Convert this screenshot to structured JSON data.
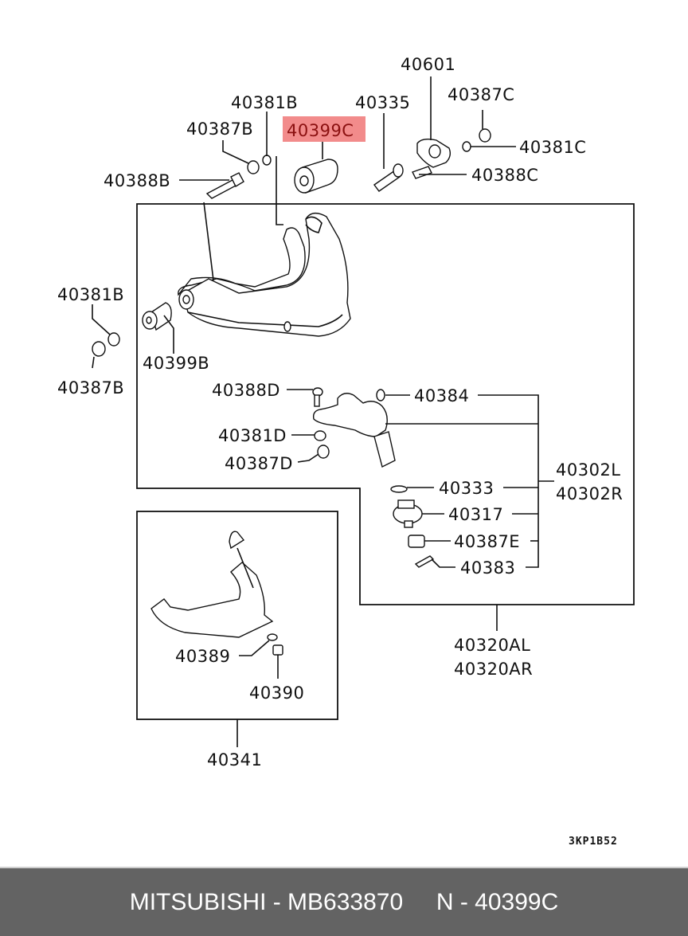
{
  "diagram": {
    "highlight_color": "#f28b8b",
    "highlighted_part": "40399C",
    "labels": {
      "p40601": "40601",
      "p40381B_top": "40381B",
      "p40335": "40335",
      "p40387C": "40387C",
      "p40387B_top": "40387B",
      "p40399C": "40399C",
      "p40381C": "40381C",
      "p40388B": "40388B",
      "p40388C": "40388C",
      "p40381B_left": "40381B",
      "p40399B": "40399B",
      "p40387B_left": "40387B",
      "p40388D": "40388D",
      "p40384": "40384",
      "p40381D": "40381D",
      "p40387D": "40387D",
      "p40302L": "40302L",
      "p40302R": "40302R",
      "p40333": "40333",
      "p40317": "40317",
      "p40387E": "40387E",
      "p40383": "40383",
      "p40320AL": "40320AL",
      "p40320AR": "40320AR",
      "p40389": "40389",
      "p40390": "40390",
      "p40341": "40341"
    },
    "figure_code": "3KP1B52"
  },
  "footer": {
    "brand": "MITSUBISHI",
    "part_number": "MB633870",
    "ref": "N - 40399C",
    "text": "MITSUBISHI - MB633870     N - 40399C"
  }
}
